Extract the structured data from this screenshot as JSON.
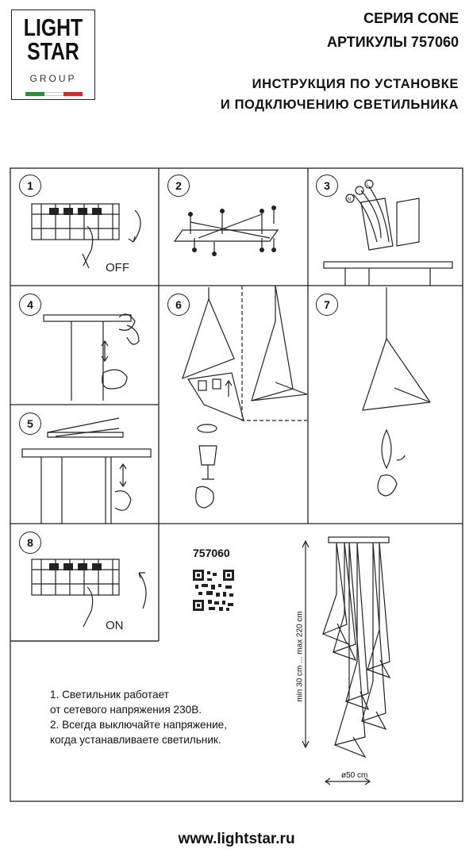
{
  "header": {
    "logo": {
      "line1": "LIGHT",
      "line2": "STAR",
      "line3": "GROUP",
      "flag_colors": [
        "#2e8b3a",
        "#ffffff",
        "#d42a2a"
      ]
    },
    "series": "СЕРИЯ CONE",
    "articles": "АРТИКУЛЫ 757060",
    "instruction_line1": "ИНСТРУКЦИЯ ПО УСТАНОВКЕ",
    "instruction_line2": "И ПОДКЛЮЧЕНИЮ СВЕТИЛЬНИКА"
  },
  "steps": {
    "s1": "1",
    "s2": "2",
    "s3": "3",
    "s4": "4",
    "s5": "5",
    "s6": "6",
    "s7": "7",
    "s8": "8"
  },
  "labels": {
    "off": "OFF",
    "on": "ON",
    "wire_n": "N",
    "wire_l": "L"
  },
  "product_code": "757060",
  "notes": {
    "line1": "1. Светильник работает",
    "line2": "от сетевого напряжения 230В.",
    "line3": "2. Всегда выключайте напряжение,",
    "line4": "когда устанавливаете светильник."
  },
  "dimensions": {
    "height": "min 30 cm ... max 220 cm",
    "diameter": "ø50 cm"
  },
  "footer_url": "www.lightstar.ru"
}
